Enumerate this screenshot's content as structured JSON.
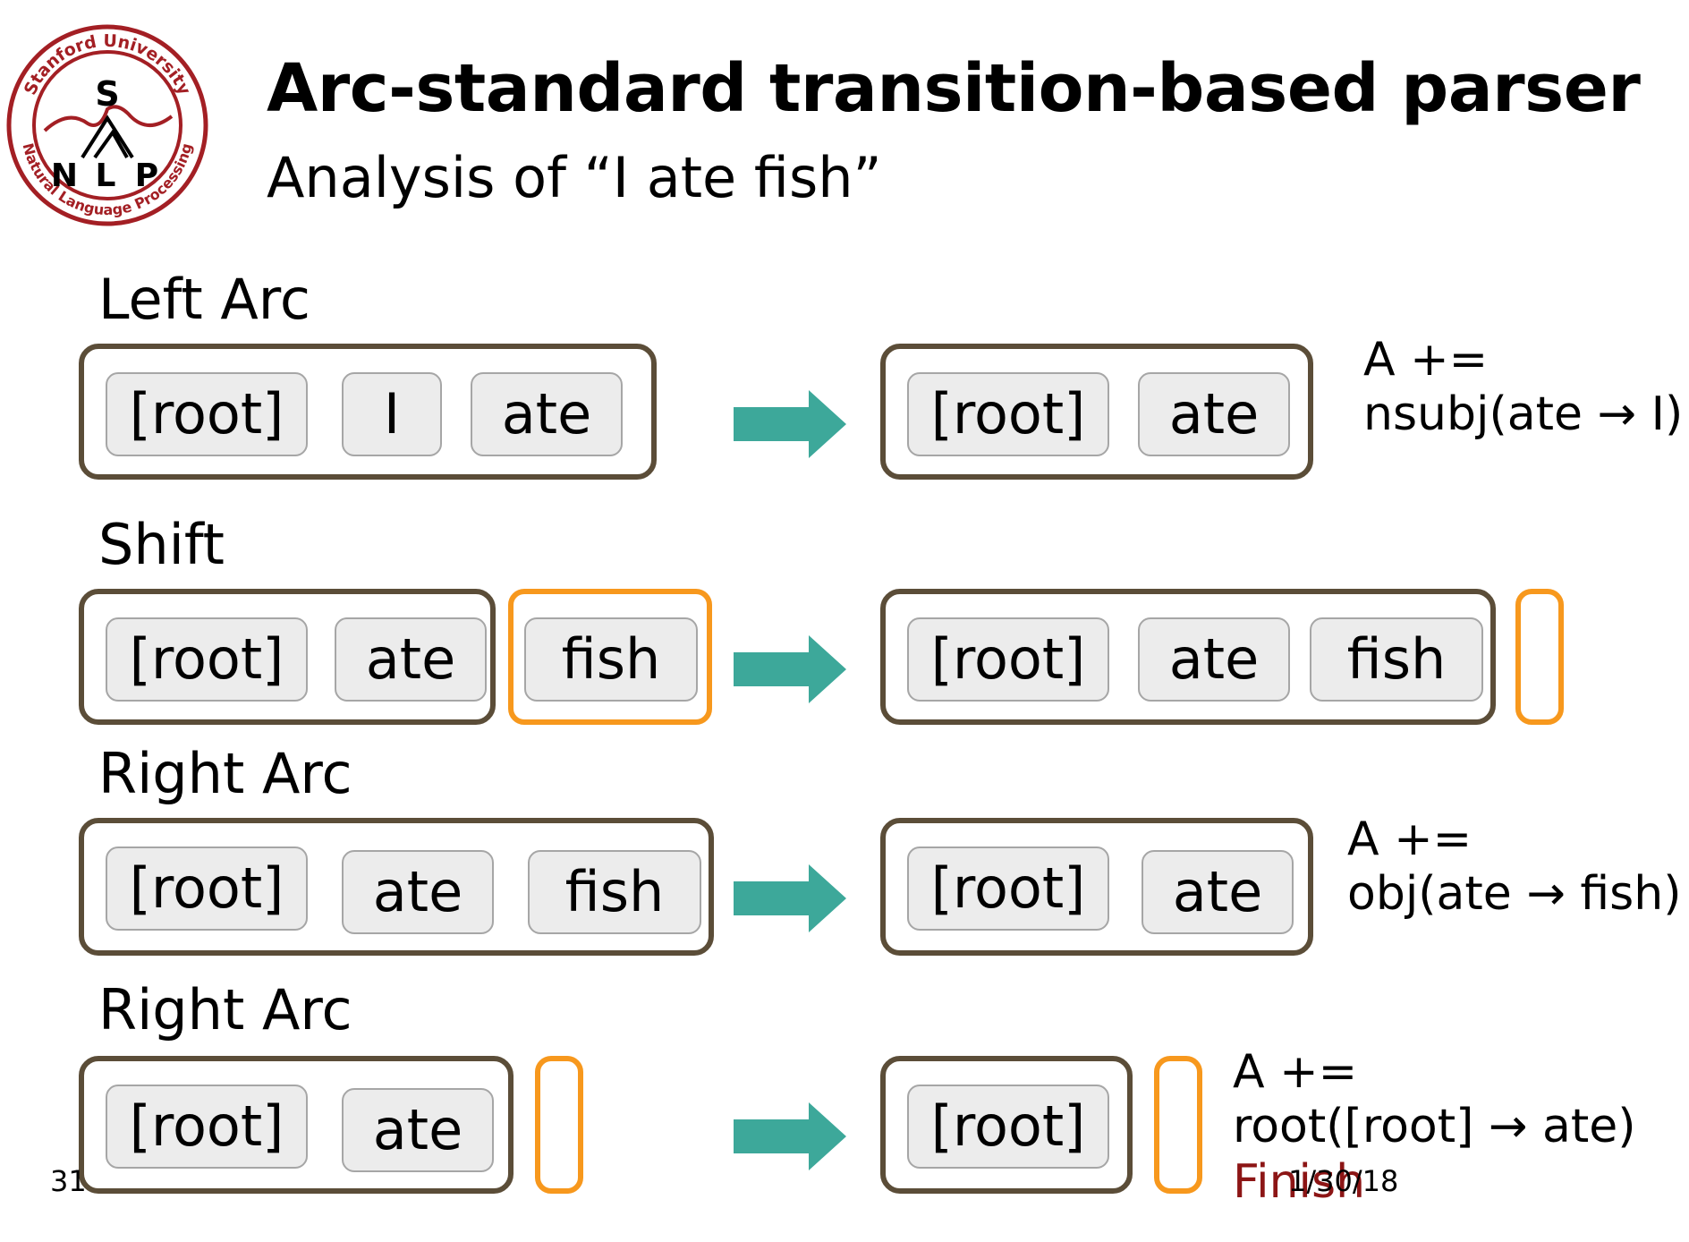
{
  "header": {
    "logo": {
      "ring_top": "Stanford University",
      "ring_bottom": "Natural Language Processing",
      "letters": [
        "S",
        "N",
        "L",
        "P"
      ]
    },
    "title": "Arc-standard transition-based parser",
    "subtitle": "Analysis of “I ate fish”"
  },
  "steps": [
    {
      "label": "Left Arc",
      "before_stack": [
        "[root]",
        "I",
        "ate"
      ],
      "after_stack": [
        "[root]",
        "ate"
      ],
      "note_line1": "A +=",
      "note_line2": "nsubj(ate → I)"
    },
    {
      "label": "Shift",
      "before_stack": [
        "[root]",
        "ate"
      ],
      "before_buffer": [
        "fish"
      ],
      "after_stack": [
        "[root]",
        "ate",
        "fish"
      ]
    },
    {
      "label": "Right Arc",
      "before_stack": [
        "[root]",
        "ate",
        "fish"
      ],
      "after_stack": [
        "[root]",
        "ate"
      ],
      "note_line1": "A +=",
      "note_line2": "obj(ate → fish)"
    },
    {
      "label": "Right Arc",
      "before_stack": [
        "[root]",
        "ate"
      ],
      "after_stack": [
        "[root]"
      ],
      "note_line1": "A +=",
      "note_line2": "root([root] → ate)",
      "note_line3": "Finish"
    }
  ],
  "footer": {
    "page_number": "31",
    "date": "1/30/18"
  },
  "colors": {
    "stack_border": "#5b4d38",
    "buffer_border": "#f7981d",
    "arrow": "#3da89a",
    "token_fill": "#ececec",
    "finish_text": "#8c1515",
    "logo_red": "#a31f24"
  }
}
